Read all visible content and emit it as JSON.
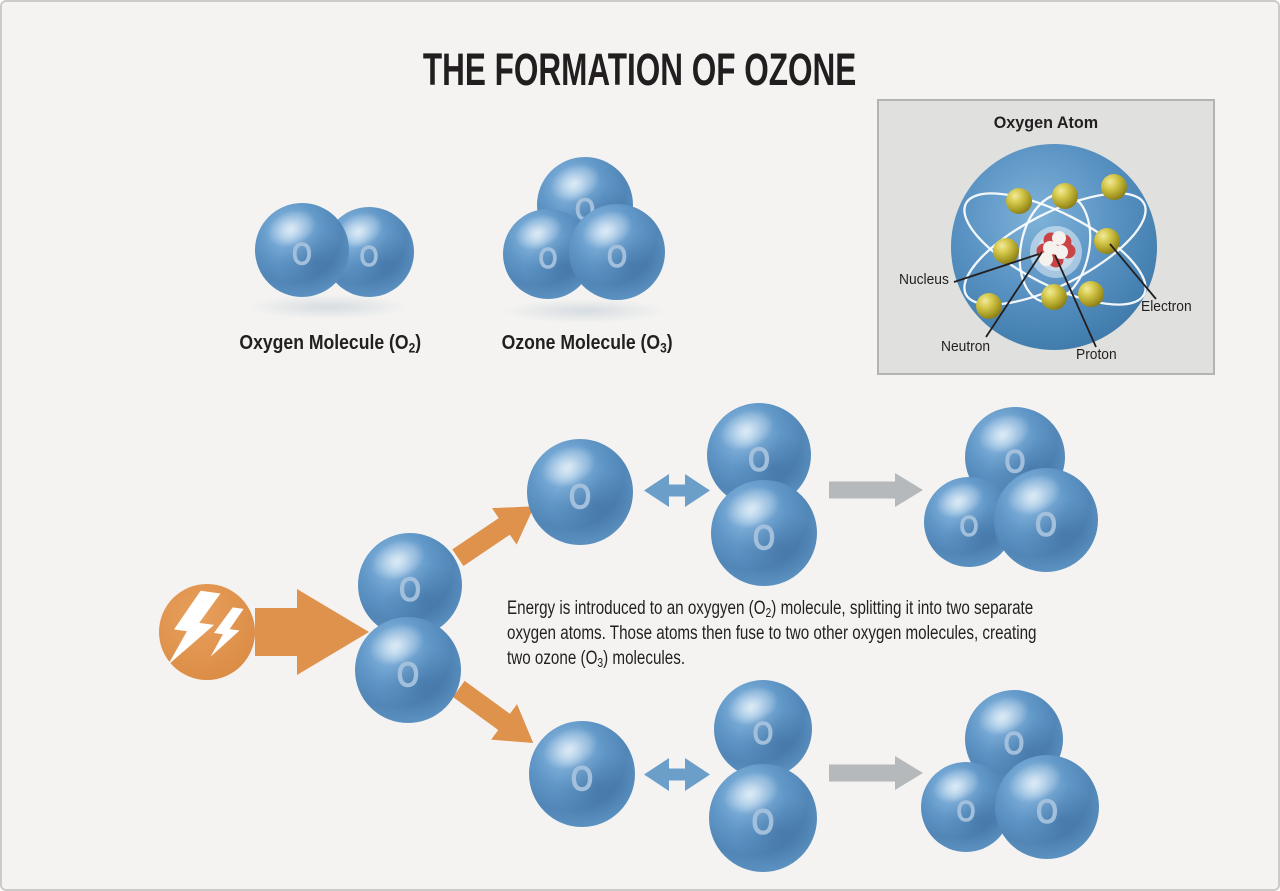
{
  "title": "THE FORMATION OF OZONE",
  "atom_symbol": "O",
  "labels": {
    "oxygen_molecule": {
      "pre": "Oxygen Molecule (O",
      "sub": "2",
      "post": ")"
    },
    "ozone_molecule": {
      "pre": "Ozone Molecule (O",
      "sub": "3",
      "post": ")"
    }
  },
  "inset": {
    "title": "Oxygen Atom",
    "nucleus": "Nucleus",
    "neutron": "Neutron",
    "proton": "Proton",
    "electron": "Electron"
  },
  "description": {
    "line1_pre": "Energy is introduced to an oxygyen (O",
    "line1_sub": "2",
    "line1_post": ") molecule, splitting it into two separate",
    "line2": "oxygen atoms. Those atoms then fuse to two other oxygen molecules, creating",
    "line3_pre": "two ozone (O",
    "line3_sub": "3",
    "line3_post": ") molecules."
  },
  "icons": {
    "energy": "lightning-bolt"
  },
  "colors": {
    "background": "#f4f3f1",
    "sphere_blue": "#5e96c6",
    "sphere_symbol": "#a2bfdc",
    "accent_orange": "#df924c",
    "arrow_blue": "#6b9fca",
    "arrow_gray": "#b5b9bb",
    "electron_yellow": "#c9bc3f",
    "nucleus_red": "#c94444",
    "text": "#231f20",
    "inset_bg": "#e0e0de"
  }
}
